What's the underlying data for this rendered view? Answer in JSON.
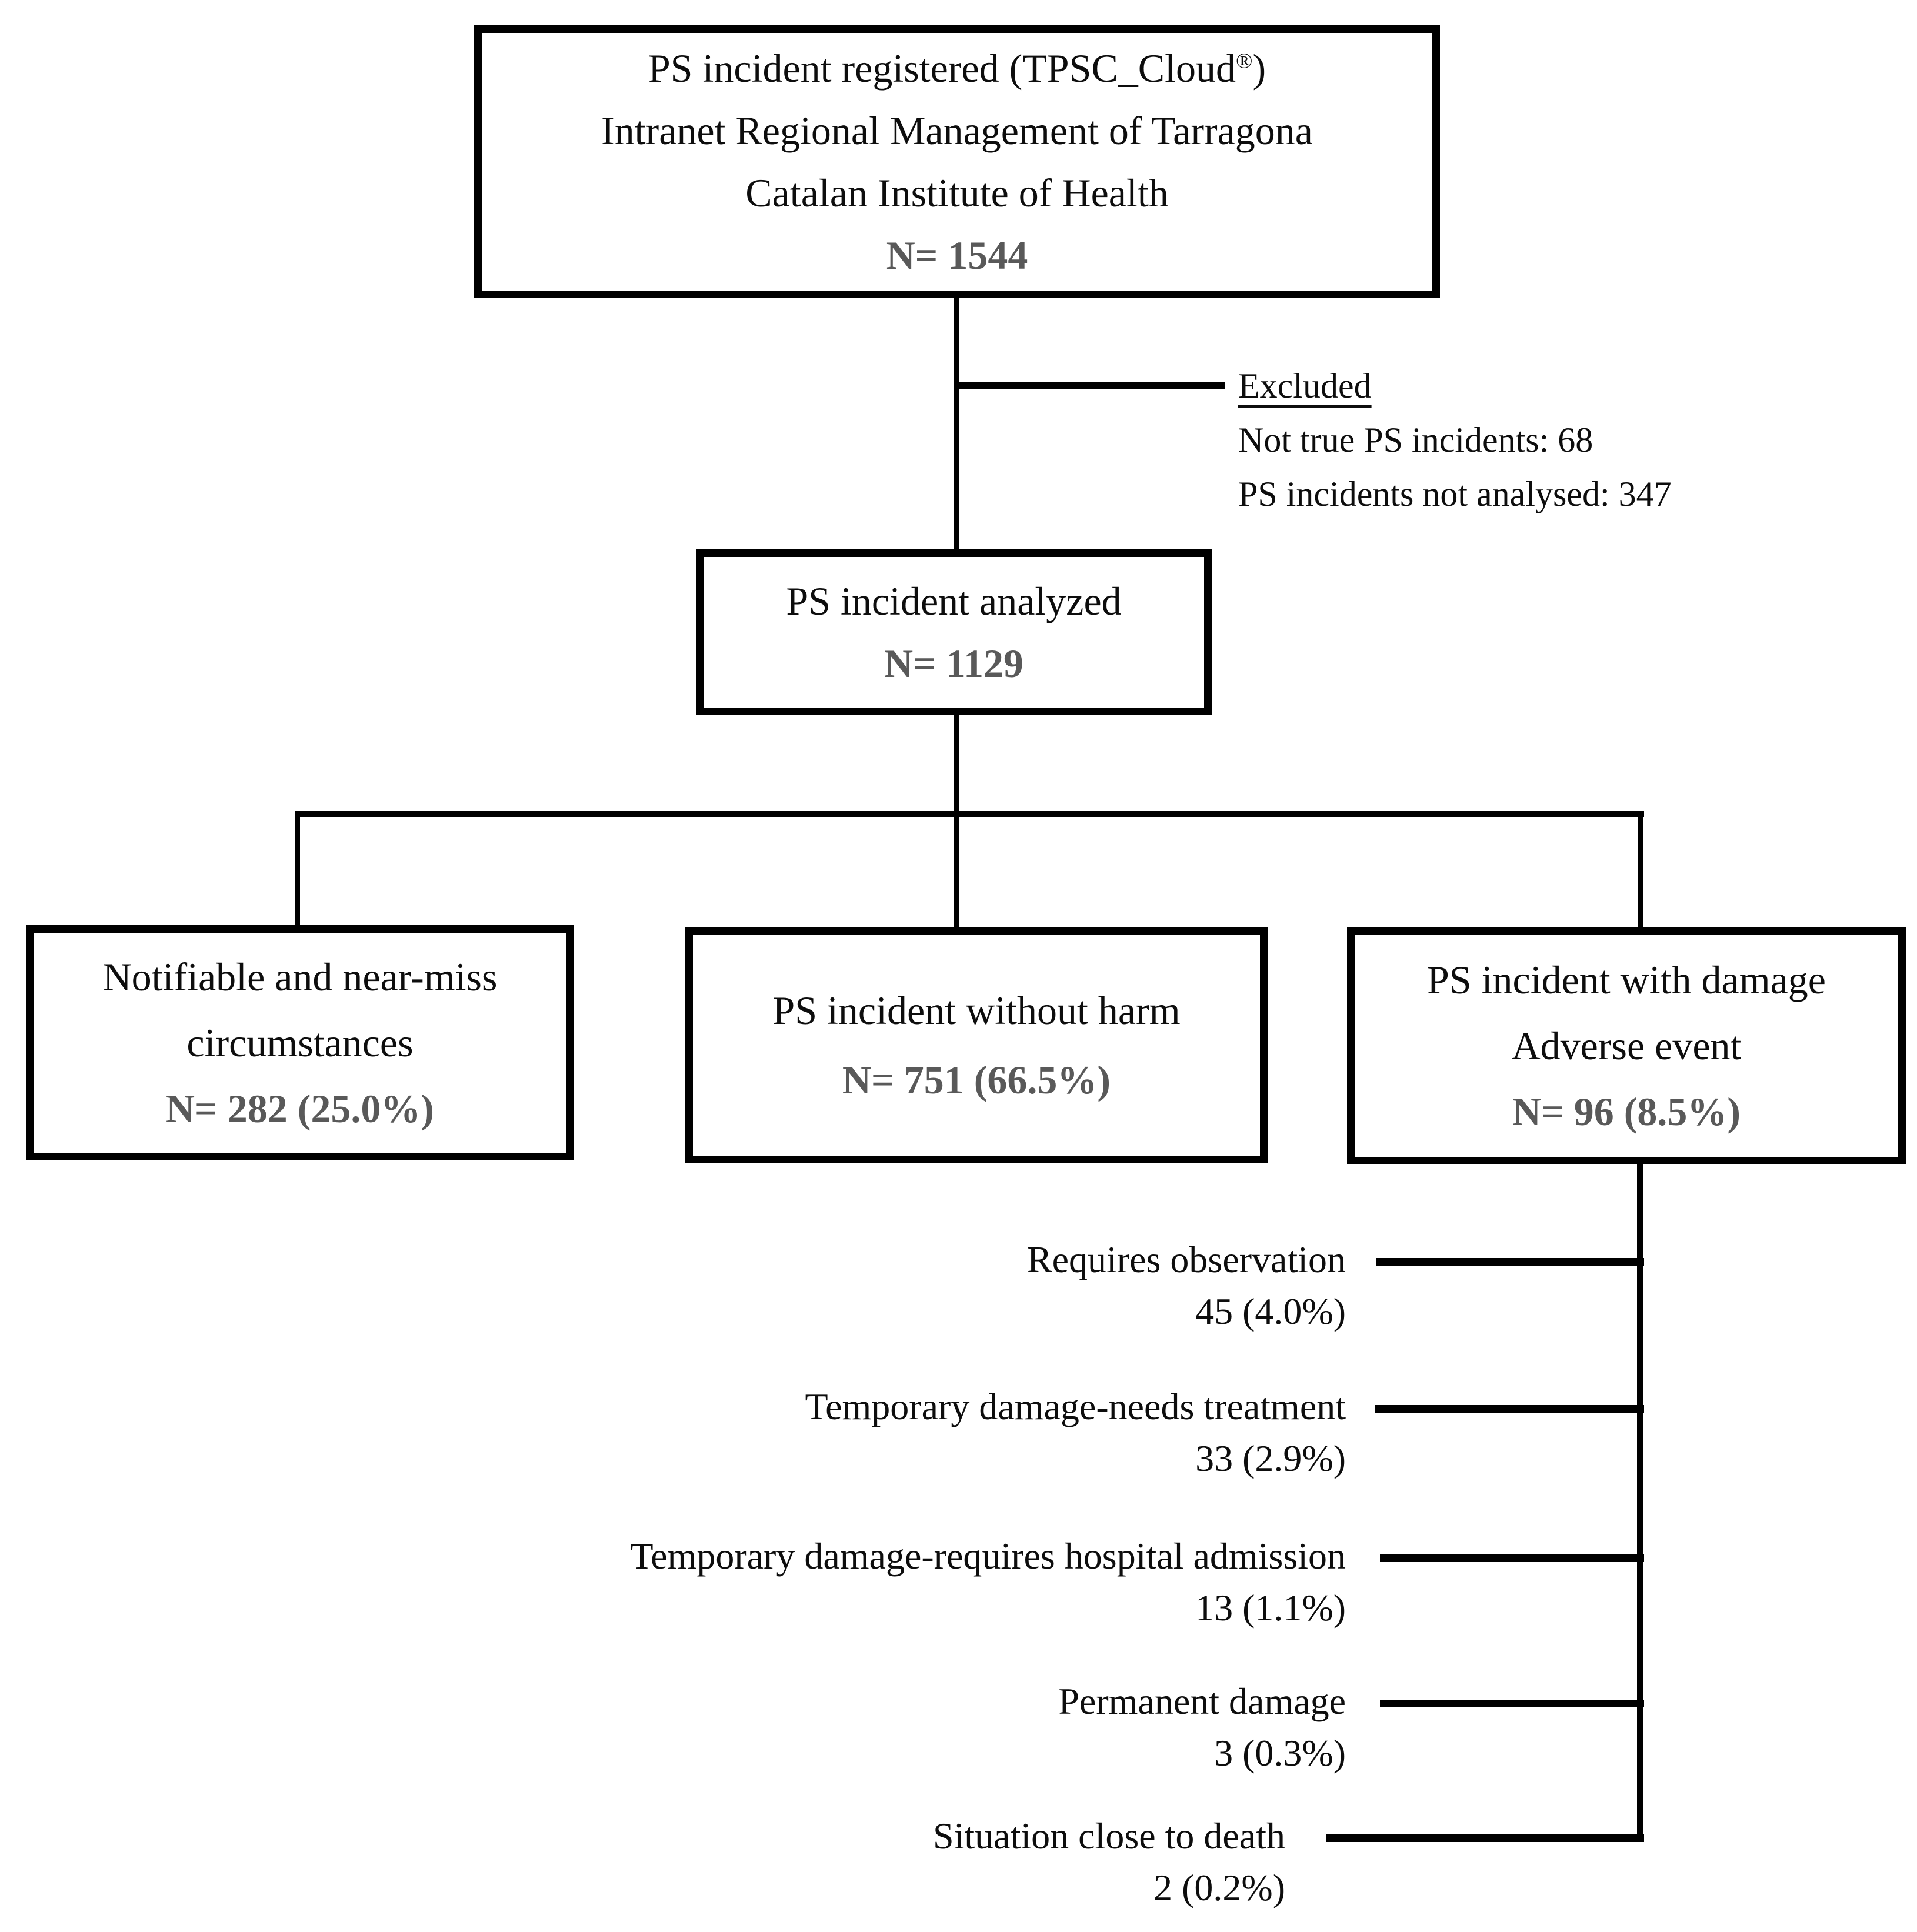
{
  "figure": {
    "top_box": {
      "line1_pre": "PS incident registered (TPSC_Cloud",
      "line1_sup": "®",
      "line1_post": ")",
      "line2": "Intranet Regional Management of Tarragona",
      "line3": "Catalan Institute of Health",
      "n": "N= 1544"
    },
    "excluded": {
      "title": "Excluded",
      "items": [
        "Not true PS incidents: 68",
        "PS incidents not analysed: 347"
      ]
    },
    "analyzed_box": {
      "title": "PS incident analyzed",
      "n": "N= 1129"
    },
    "branch_boxes": [
      {
        "lines": [
          "Notifiable and near-miss",
          "circumstances"
        ],
        "n": "N= 282 (25.0%)"
      },
      {
        "lines": [
          "PS incident without harm"
        ],
        "n": "N= 751 (66.5%)"
      },
      {
        "lines": [
          "PS incident with damage",
          "Adverse event"
        ],
        "n": "N= 96 (8.5%)"
      }
    ],
    "damage_outcomes": [
      {
        "label": "Requires observation",
        "value": "45 (4.0%)"
      },
      {
        "label": "Temporary damage-needs treatment",
        "value": "33 (2.9%)"
      },
      {
        "label": "Temporary damage-requires hospital admission",
        "value": "13 (1.1%)"
      },
      {
        "label": "Permanent damage",
        "value": "3 (0.3%)"
      },
      {
        "label": "Situation close to death",
        "value": "2 (0.2%)"
      }
    ],
    "colors": {
      "line": "#000000",
      "text": "#0d0d0d",
      "n_value": "#595959"
    }
  }
}
